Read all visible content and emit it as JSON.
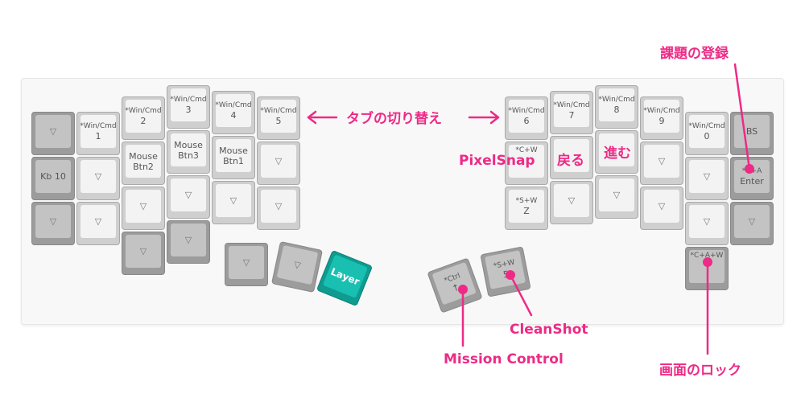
{
  "colors": {
    "annotation": "#ee2a86",
    "layer_key": "#19c0b2"
  },
  "icons": {
    "triangle": "▽"
  },
  "keys": {
    "l1": "*Win/Cmd",
    "l1b": "1",
    "l2": "*Win/Cmd",
    "l2b": "2",
    "l3": "*Win/Cmd",
    "l3b": "3",
    "l4": "*Win/Cmd",
    "l4b": "4",
    "l5": "*Win/Cmd",
    "l5b": "5",
    "kb10": "Kb 10",
    "mb2a": "Mouse",
    "mb2b": "Btn2",
    "mb3a": "Mouse",
    "mb3b": "Btn3",
    "mb1a": "Mouse",
    "mb1b": "Btn1",
    "layer": "Layer",
    "ctrl_a": "*Ctrl",
    "ctrl_b": "↑",
    "sw5a": "*S+W",
    "sw5b": "5",
    "r6": "*Win/Cmd",
    "r6b": "6",
    "r7": "*Win/Cmd",
    "r7b": "7",
    "r8": "*Win/Cmd",
    "r8b": "8",
    "r9": "*Win/Cmd",
    "r9b": "9",
    "r0": "*Win/Cmd",
    "r0b": "0",
    "bs": "BS",
    "cw": "*C+W",
    "swz": "*S+W",
    "swzb": "Z",
    "enter_a": "*C+A",
    "enter_b": "Enter",
    "cawa": "*C+A+W"
  },
  "annotations": {
    "tab_switch": "タブの切り替え",
    "pixelsnap": "PixelSnap",
    "back": "戻る",
    "forward": "進む",
    "task_register": "課題の登録",
    "cleanshot": "CleanShot",
    "mission_control": "Mission Control",
    "lock_screen": "画面のロック"
  }
}
